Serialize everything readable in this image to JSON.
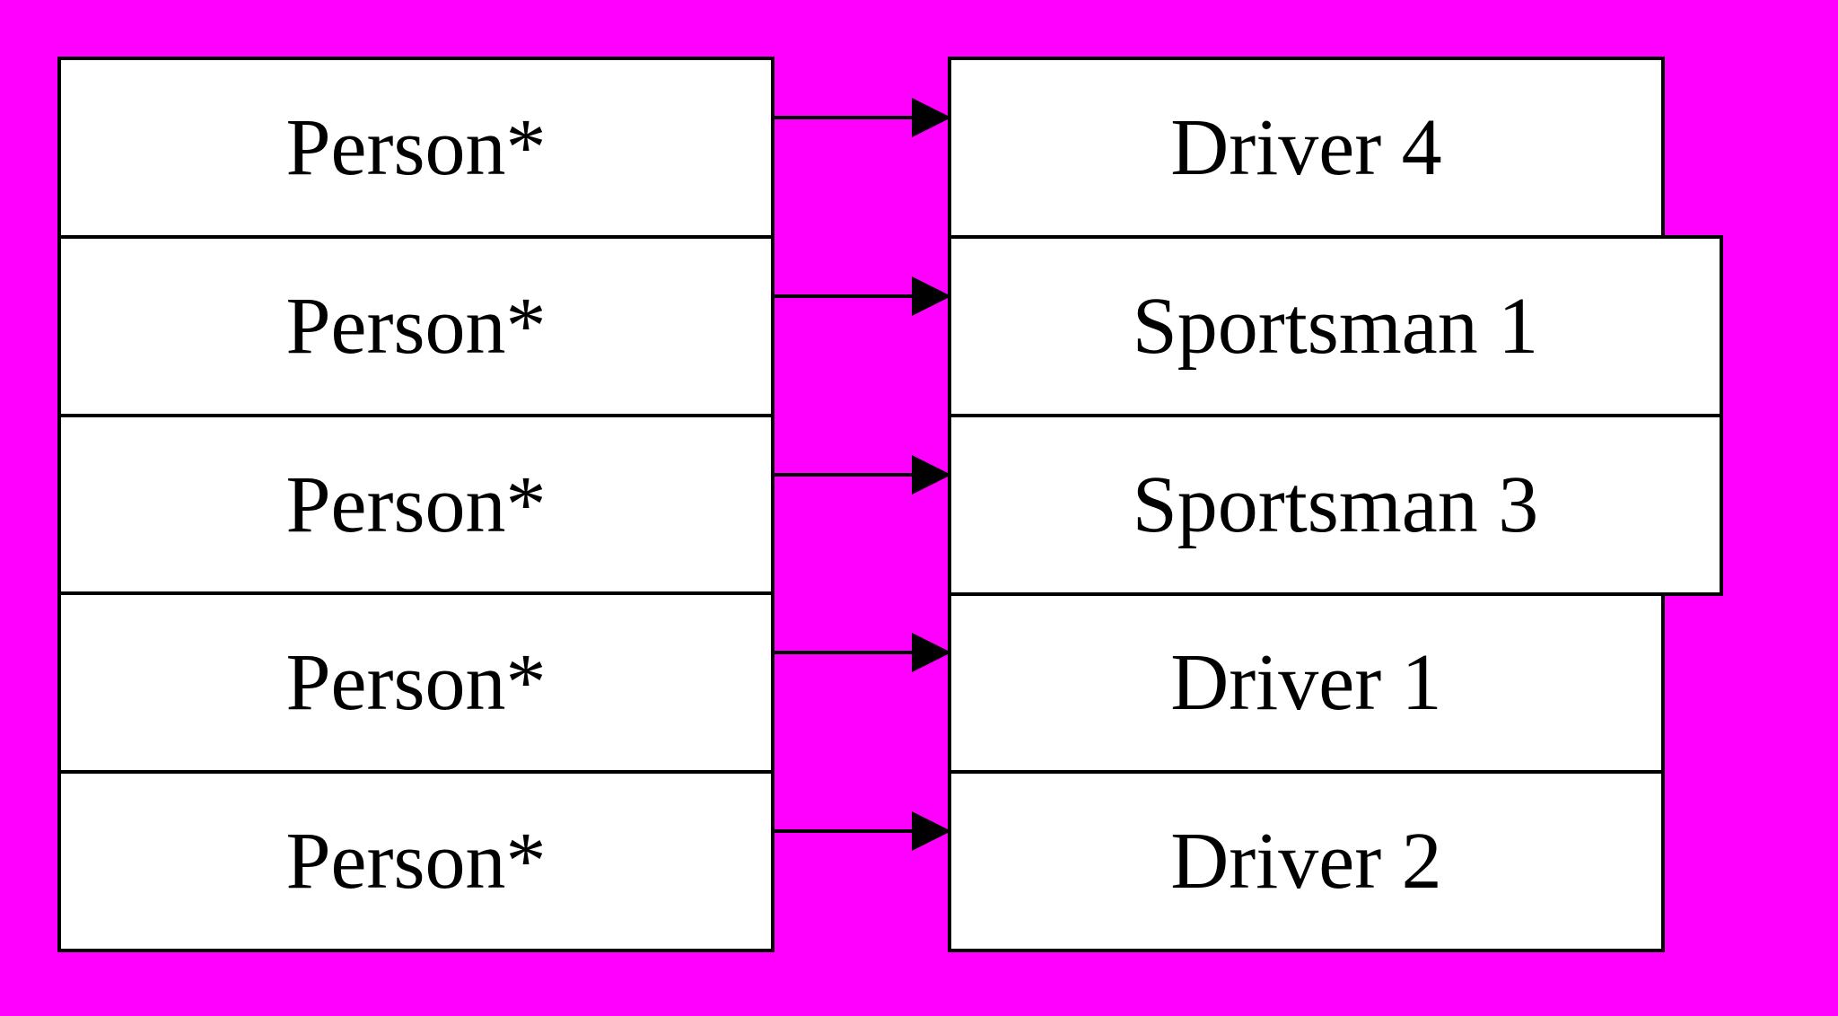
{
  "background_color": "#FF00FF",
  "pointers": [
    {
      "label": "Person*"
    },
    {
      "label": "Person*"
    },
    {
      "label": "Person*"
    },
    {
      "label": "Person*"
    },
    {
      "label": "Person*"
    }
  ],
  "objects": [
    {
      "label": "Driver 4"
    },
    {
      "label": "Sportsman 1"
    },
    {
      "label": "Sportsman 3"
    },
    {
      "label": "Driver 1"
    },
    {
      "label": "Driver 2"
    }
  ]
}
